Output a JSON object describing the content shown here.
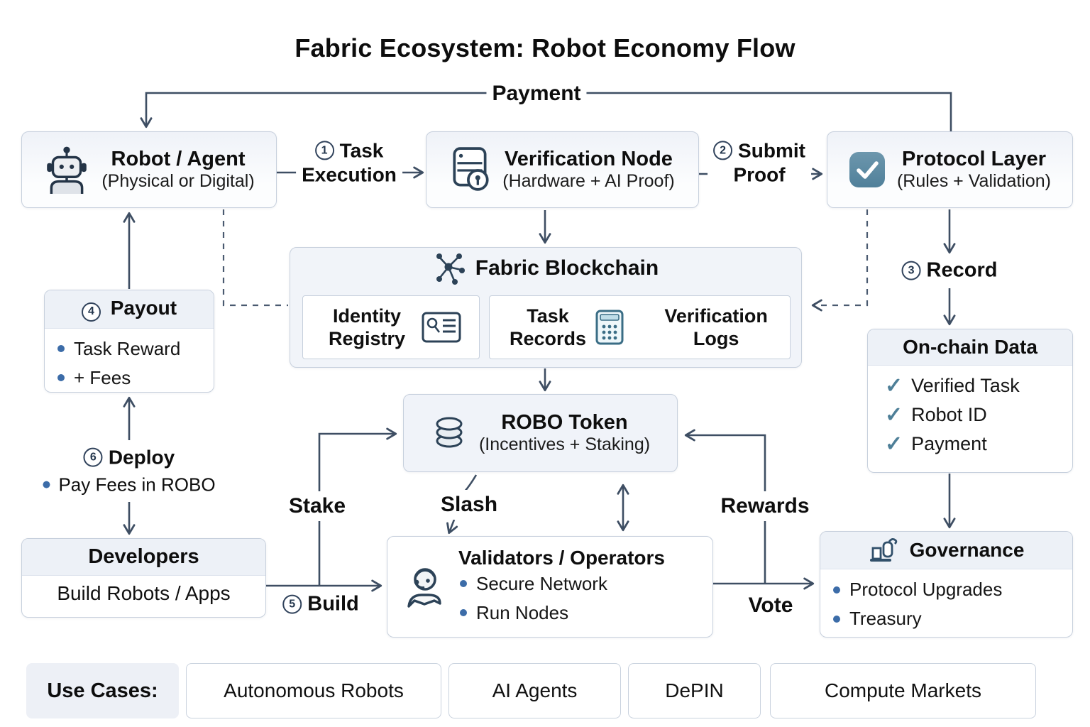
{
  "title": "Fabric Ecosystem: Robot Economy Flow",
  "colors": {
    "line": "#3e4e63",
    "bullet": "#3c6ca8",
    "check_teal": "#4e7f98",
    "box_border": "#c7d0dd"
  },
  "nodes": {
    "robot": {
      "title": "Robot / Agent",
      "subtitle": "(Physical or Digital)",
      "icon": "robot-icon"
    },
    "verification": {
      "title": "Verification Node",
      "subtitle": "(Hardware + AI Proof)",
      "icon": "server-icon"
    },
    "protocol": {
      "title": "Protocol Layer",
      "subtitle": "(Rules + Validation)",
      "icon": "check-badge-icon"
    },
    "blockchain": {
      "title": "Fabric Blockchain",
      "icon": "network-icon",
      "modules": [
        "Identity Registry",
        "Task Records",
        "Verification Logs"
      ]
    },
    "payout": {
      "step": "4",
      "title": "Payout",
      "items": [
        "Task Reward",
        "+ Fees"
      ]
    },
    "onchain": {
      "title": "On-chain Data",
      "items": [
        "Verified Task",
        "Robot ID",
        "Payment"
      ]
    },
    "robo": {
      "title": "ROBO Token",
      "subtitle": "(Incentives + Staking)",
      "icon": "coins-icon"
    },
    "validators": {
      "title": "Validators / Operators",
      "items": [
        "Secure Network",
        "Run Nodes"
      ],
      "icon": "operator-icon"
    },
    "governance": {
      "title": "Governance",
      "items": [
        "Protocol Upgrades",
        "Treasury"
      ],
      "icon": "gavel-icon"
    },
    "developers": {
      "title": "Developers",
      "subtitle": "Build Robots / Apps"
    }
  },
  "edges": {
    "payment": "Payment",
    "task": {
      "step": "1",
      "line1": "Task",
      "line2": "Execution"
    },
    "proof": {
      "step": "2",
      "line1": "Submit",
      "line2": "Proof"
    },
    "record": {
      "step": "3",
      "label": "Record"
    },
    "deploy": {
      "step": "6",
      "label": "Deploy",
      "sub": "Pay Fees in ROBO"
    },
    "build": {
      "step": "5",
      "label": "Build"
    },
    "stake": "Stake",
    "slash": "Slash",
    "rewards": "Rewards",
    "vote": "Vote"
  },
  "use_cases": {
    "label": "Use Cases:",
    "items": [
      "Autonomous Robots",
      "AI Agents",
      "DePIN",
      "Compute Markets"
    ]
  }
}
